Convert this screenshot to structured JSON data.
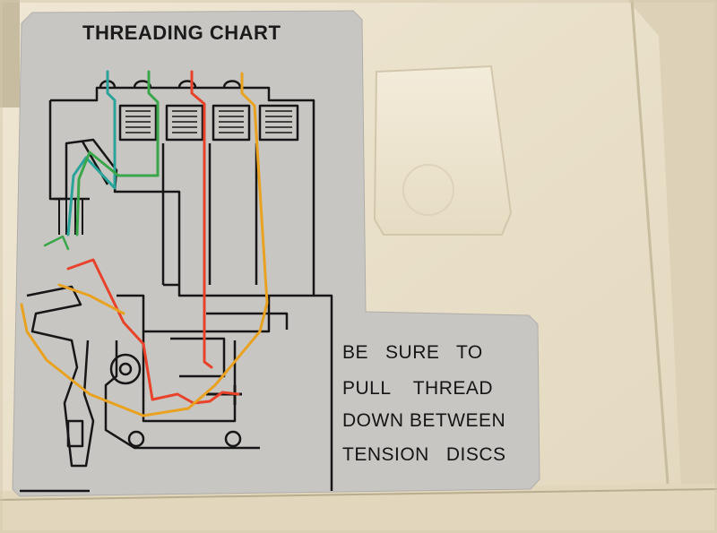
{
  "chart": {
    "title": "THREADING CHART",
    "note_lines": [
      "BE   SURE   TO",
      "PULL    THREAD",
      "DOWN BETWEEN",
      "TENSION   DISCS"
    ]
  },
  "colors": {
    "panel": "#c9c7c4",
    "housing": "#e9e1cc",
    "thread_teal": "#2aa39a",
    "thread_green": "#3aa64a",
    "thread_red": "#e8432a",
    "thread_orange": "#e9a220",
    "ink": "#161616"
  },
  "icons": [
    "threading-diagram",
    "plug-cover",
    "tension-disc-icon"
  ]
}
